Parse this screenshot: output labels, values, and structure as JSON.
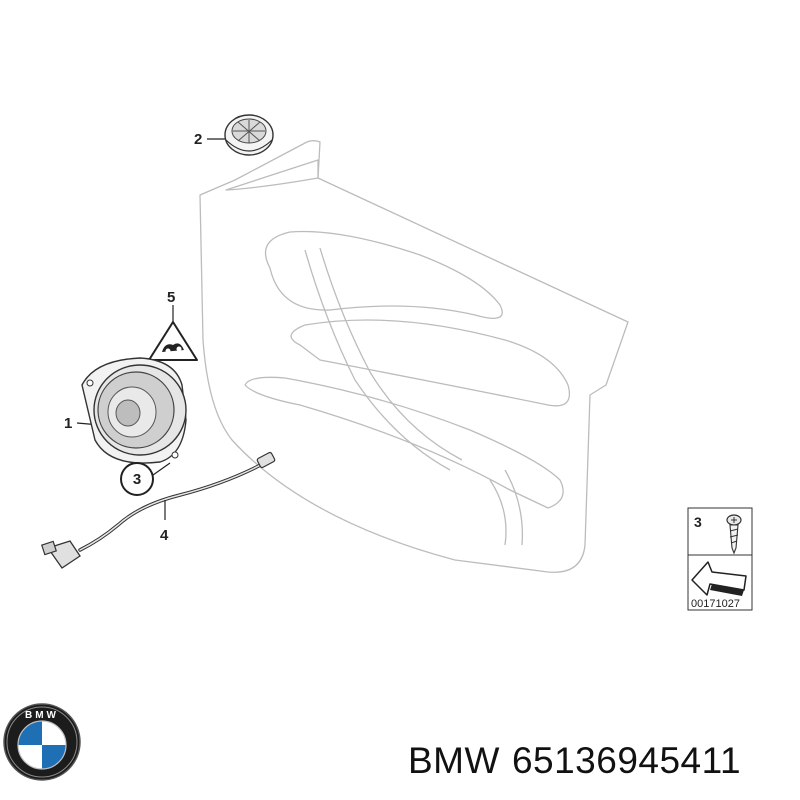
{
  "diagram": {
    "callouts": [
      {
        "id": "1",
        "label": "1"
      },
      {
        "id": "2",
        "label": "2"
      },
      {
        "id": "3",
        "label": "3"
      },
      {
        "id": "4",
        "label": "4"
      },
      {
        "id": "5",
        "label": "5"
      }
    ],
    "legend": {
      "item_number": "3",
      "document_id": "00171027"
    }
  },
  "logo": {
    "letters": "BMW",
    "colors": {
      "ring": "#1c1c1c",
      "blue": "#1f6fb5",
      "white": "#ffffff"
    }
  },
  "caption": {
    "brand": "BMW",
    "part_number": "65136945411"
  }
}
